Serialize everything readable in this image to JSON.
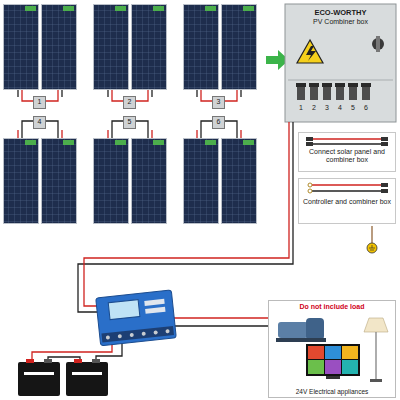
{
  "diagram": {
    "nodes": [
      {
        "text": [
          "ECO-WORTHY",
          "PV Combiner box"
        ]
      },
      {
        "text": [
          "1"
        ]
      },
      {
        "text": [
          "2"
        ]
      },
      {
        "text": [
          "3"
        ]
      },
      {
        "text": [
          "4"
        ]
      },
      {
        "text": [
          "5"
        ]
      },
      {
        "text": [
          "6"
        ]
      },
      {
        "text": [
          "Connect solar panel and combiner box"
        ]
      },
      {
        "text": [
          "Controller and combiner box"
        ]
      },
      {
        "text": [
          "Do not include load",
          "24V Electrical appliances"
        ]
      }
    ],
    "labels": [
      "1",
      "2",
      "3",
      "4",
      "5",
      "6"
    ]
  }
}
